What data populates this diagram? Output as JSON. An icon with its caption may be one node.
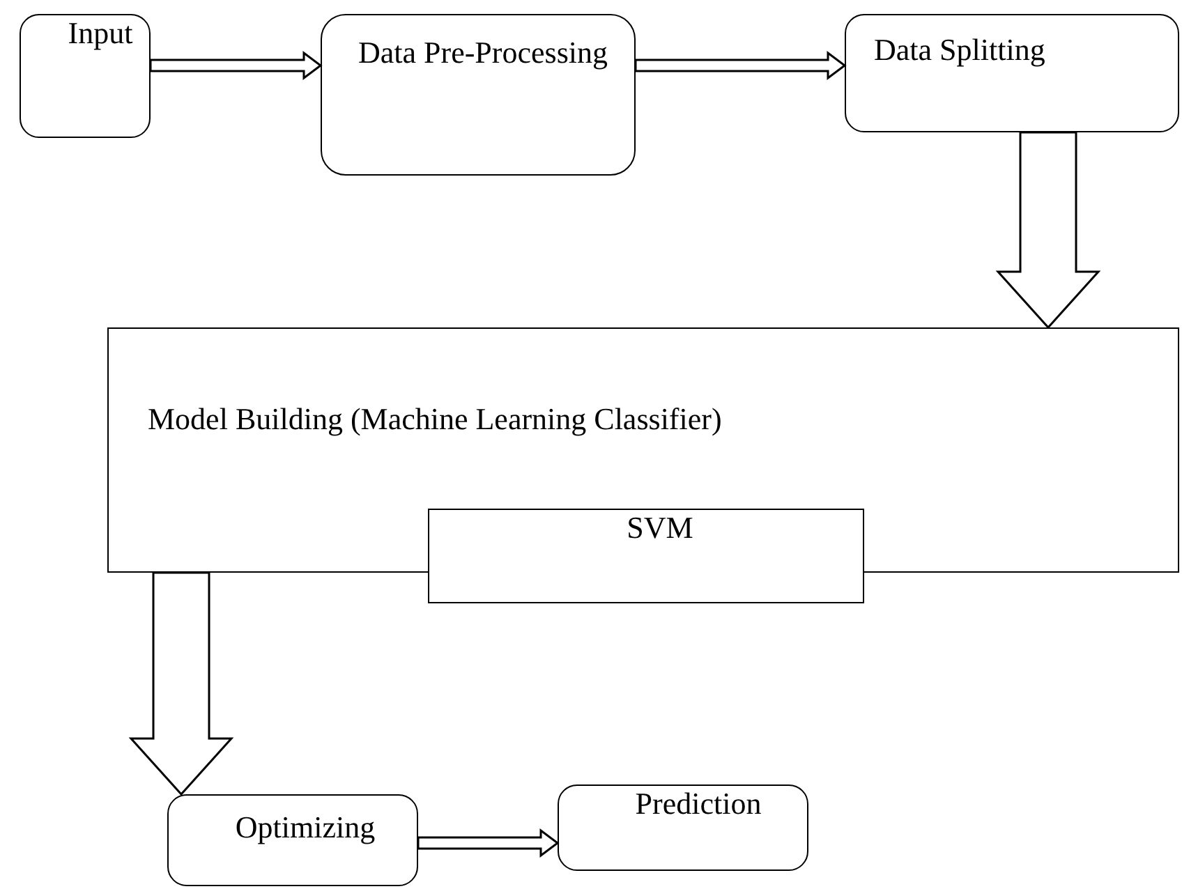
{
  "diagram": {
    "nodes": [
      {
        "text": [
          "Input"
        ]
      },
      {
        "text": [
          "Data Pre-Processing"
        ]
      },
      {
        "text": [
          "Data Splitting"
        ]
      },
      {
        "text": [
          "Model Building (Machine Learning Classifier)"
        ]
      },
      {
        "text": [
          "SVM"
        ]
      },
      {
        "text": [
          "Optimizing"
        ]
      },
      {
        "text": [
          "Prediction"
        ]
      }
    ],
    "edges": [
      {
        "from": 0,
        "to": 1,
        "arrow": "to"
      },
      {
        "from": 1,
        "to": 2,
        "arrow": "to"
      },
      {
        "from": 2,
        "to": 3,
        "arrow": "to",
        "style": "thick"
      },
      {
        "from": 3,
        "to": 5,
        "arrow": "to",
        "style": "thick"
      },
      {
        "from": 5,
        "to": 6,
        "arrow": "to"
      }
    ]
  }
}
